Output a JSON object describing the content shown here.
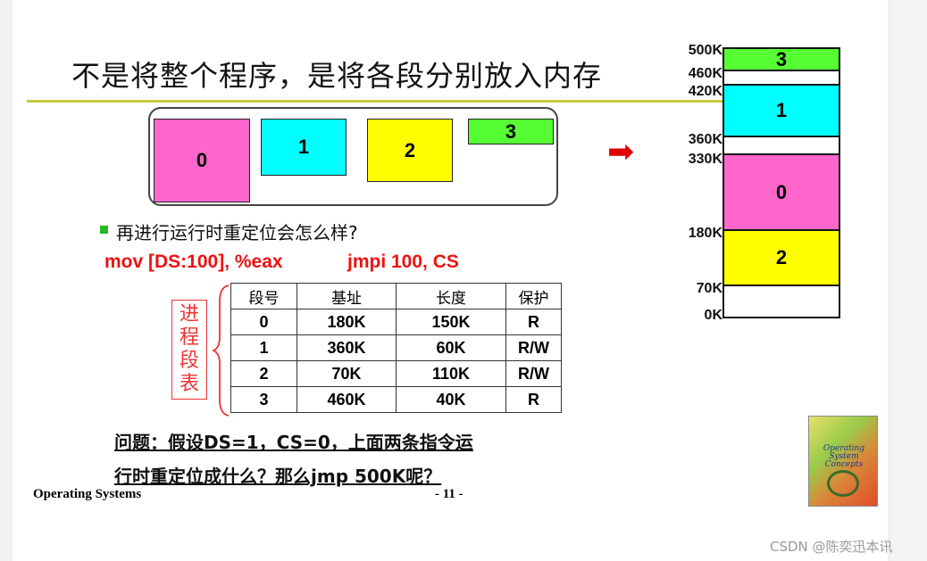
{
  "slide": {
    "title": "不是将整个程序，是将各段分别放入内存",
    "segments": [
      {
        "label": "0",
        "color": "#ff66cc"
      },
      {
        "label": "1",
        "color": "#00ffff"
      },
      {
        "label": "2",
        "color": "#ffff00"
      },
      {
        "label": "3",
        "color": "#55ff33"
      }
    ],
    "arrow": "➡",
    "memory": {
      "blocks": [
        {
          "label": "3",
          "color": "#55ff33"
        },
        {
          "label": "",
          "color": "#ffffff"
        },
        {
          "label": "1",
          "color": "#00ffff"
        },
        {
          "label": "",
          "color": "#ffffff"
        },
        {
          "label": "0",
          "color": "#ff66cc"
        },
        {
          "label": "2",
          "color": "#ffff00"
        },
        {
          "label": "",
          "color": "#ffffff"
        }
      ],
      "addresses": [
        "500K",
        "460K",
        "420K",
        "360K",
        "330K",
        "180K",
        "70K",
        "0K"
      ]
    },
    "question": "再进行运行时重定位会怎么样?",
    "instructions": [
      "mov [DS:100], %eax",
      "jmpi 100, CS"
    ],
    "table_label": [
      "进",
      "程",
      "段",
      "表"
    ],
    "table": {
      "headers": [
        "段号",
        "基址",
        "长度",
        "保护"
      ],
      "rows": [
        [
          "0",
          "180K",
          "150K",
          "R"
        ],
        [
          "1",
          "360K",
          "60K",
          "R/W"
        ],
        [
          "2",
          "70K",
          "110K",
          "R/W"
        ],
        [
          "3",
          "460K",
          "40K",
          "R"
        ]
      ]
    },
    "problem_lines": [
      "问题：假设DS=1，CS=0，上面两条指令运",
      "行时重定位成什么？那么jmp 500K呢？"
    ],
    "footer_title": "Operating Systems",
    "page_number": "- 11 -",
    "book_cover_text": [
      "Operating",
      "System",
      "Concepts"
    ]
  },
  "watermark": "CSDN @陈奕迅本讯"
}
